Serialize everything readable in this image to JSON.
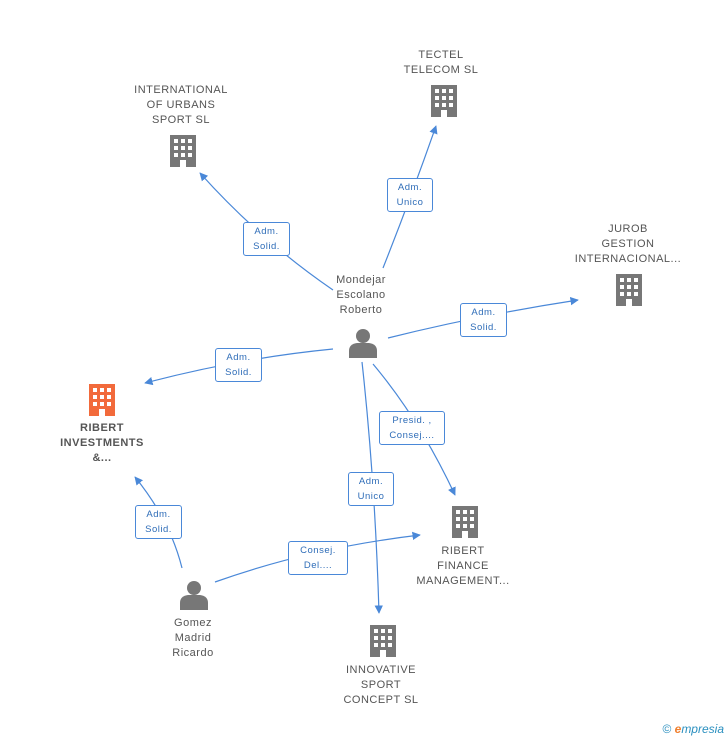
{
  "colors": {
    "edge": "#4a88d8",
    "node": "#777777",
    "focus": "#f26a3b",
    "person": "#777777"
  },
  "nodes": {
    "international": {
      "lines": [
        "INTERNATIONAL",
        "OF URBANS",
        "SPORT SL"
      ],
      "type": "company"
    },
    "tectel": {
      "lines": [
        "TECTEL",
        "TELECOM SL"
      ],
      "type": "company"
    },
    "jurob": {
      "lines": [
        "JUROB",
        "GESTION",
        "INTERNACIONAL..."
      ],
      "type": "company"
    },
    "ribert_inv": {
      "lines": [
        "RIBERT",
        "INVESTMENTS",
        "&..."
      ],
      "type": "company-focus"
    },
    "ribert_fin": {
      "lines": [
        "RIBERT",
        "FINANCE",
        "MANAGEMENT..."
      ],
      "type": "company"
    },
    "innovative": {
      "lines": [
        "INNOVATIVE",
        "SPORT",
        "CONCEPT SL"
      ],
      "type": "company"
    },
    "mondejar": {
      "lines": [
        "Mondejar",
        "Escolano",
        "Roberto"
      ],
      "type": "person"
    },
    "gomez": {
      "lines": [
        "Gomez",
        "Madrid",
        "Ricardo"
      ],
      "type": "person"
    }
  },
  "edges": [
    {
      "id": "e1",
      "lines": [
        "Adm.",
        "Solid."
      ]
    },
    {
      "id": "e2",
      "lines": [
        "Adm.",
        "Unico"
      ]
    },
    {
      "id": "e3",
      "lines": [
        "Adm.",
        "Solid."
      ]
    },
    {
      "id": "e4",
      "lines": [
        "Adm.",
        "Solid."
      ]
    },
    {
      "id": "e5",
      "lines": [
        "Presid. ,",
        "Consej...."
      ]
    },
    {
      "id": "e6",
      "lines": [
        "Adm.",
        "Unico"
      ]
    },
    {
      "id": "e7",
      "lines": [
        "Adm.",
        "Solid."
      ]
    },
    {
      "id": "e8",
      "lines": [
        "Consej.",
        "Del...."
      ]
    }
  ],
  "footer": {
    "copyright": "©",
    "brand_e": "e",
    "brand_rest": "mpresia"
  }
}
